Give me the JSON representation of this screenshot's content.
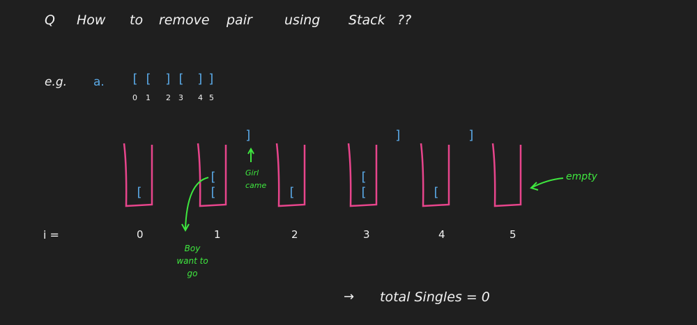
{
  "title": {
    "q_label": "Q",
    "words": [
      "How",
      "to",
      "remove",
      "pair",
      "using",
      "Stack",
      "??"
    ]
  },
  "example": {
    "eg_label": "e.g.",
    "a_label": "a.",
    "brackets": [
      "[",
      "[",
      "]",
      "[",
      "]",
      "]"
    ],
    "indices": [
      "0",
      "1",
      "2",
      "3",
      "4",
      "5"
    ]
  },
  "stacks": [
    {
      "index": "0",
      "contents": [
        "["
      ],
      "incoming": ""
    },
    {
      "index": "1",
      "contents": [
        "[",
        "["
      ],
      "incoming": ""
    },
    {
      "index": "2",
      "contents": [
        "["
      ],
      "incoming": "]"
    },
    {
      "index": "3",
      "contents": [
        "[",
        "["
      ],
      "incoming": ""
    },
    {
      "index": "4",
      "contents": [
        "["
      ],
      "incoming": "]"
    },
    {
      "index": "5",
      "contents": [],
      "incoming": "]"
    }
  ],
  "i_label": "i =",
  "annotations": {
    "girl": [
      "Girl",
      "came"
    ],
    "boy": [
      "Boy",
      "want to",
      "go"
    ],
    "empty": "empty"
  },
  "result": {
    "arrow": "→",
    "text": "total Singles = 0"
  },
  "colors": {
    "stack": "#e8458c",
    "bracket": "#5aa9e6",
    "note": "#3fe83f",
    "text": "#f2f2f2",
    "background": "#1f1f1f"
  }
}
